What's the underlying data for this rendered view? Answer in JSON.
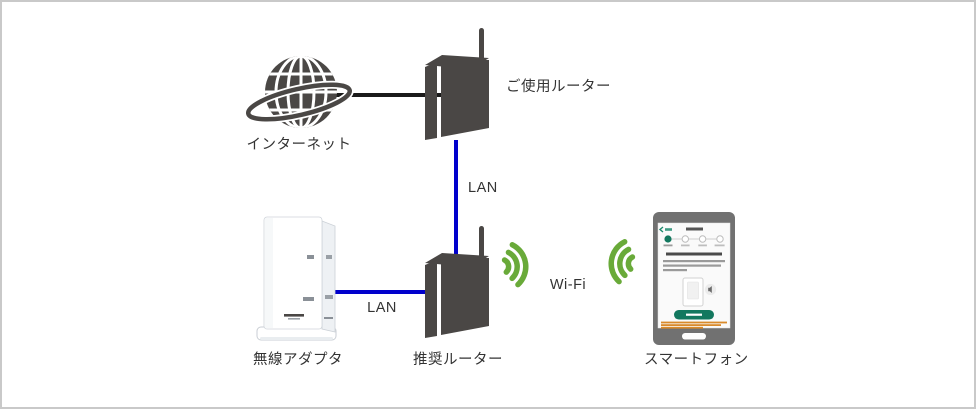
{
  "diagram": {
    "description_labels": {
      "internet": "インターネット",
      "existing_router": "ご使用ルーター",
      "wireless_adapter": "無線アダプタ",
      "recommended_router": "推奨ルーター",
      "smartphone": "スマートフォン",
      "lan_vertical": "LAN",
      "lan_horizontal": "LAN",
      "wifi": "Wi-Fi"
    }
  },
  "colors": {
    "device_dark": "#4a4745",
    "line_black": "#1a1a1a",
    "line_lan": "#0000cc",
    "wifi_green": "#69aa39",
    "label_text": "#333333",
    "phone_frame": "#717171",
    "app_teal": "#13785f",
    "app_orange": "#d98a2b",
    "canvas_border": "#c9c9c9"
  }
}
